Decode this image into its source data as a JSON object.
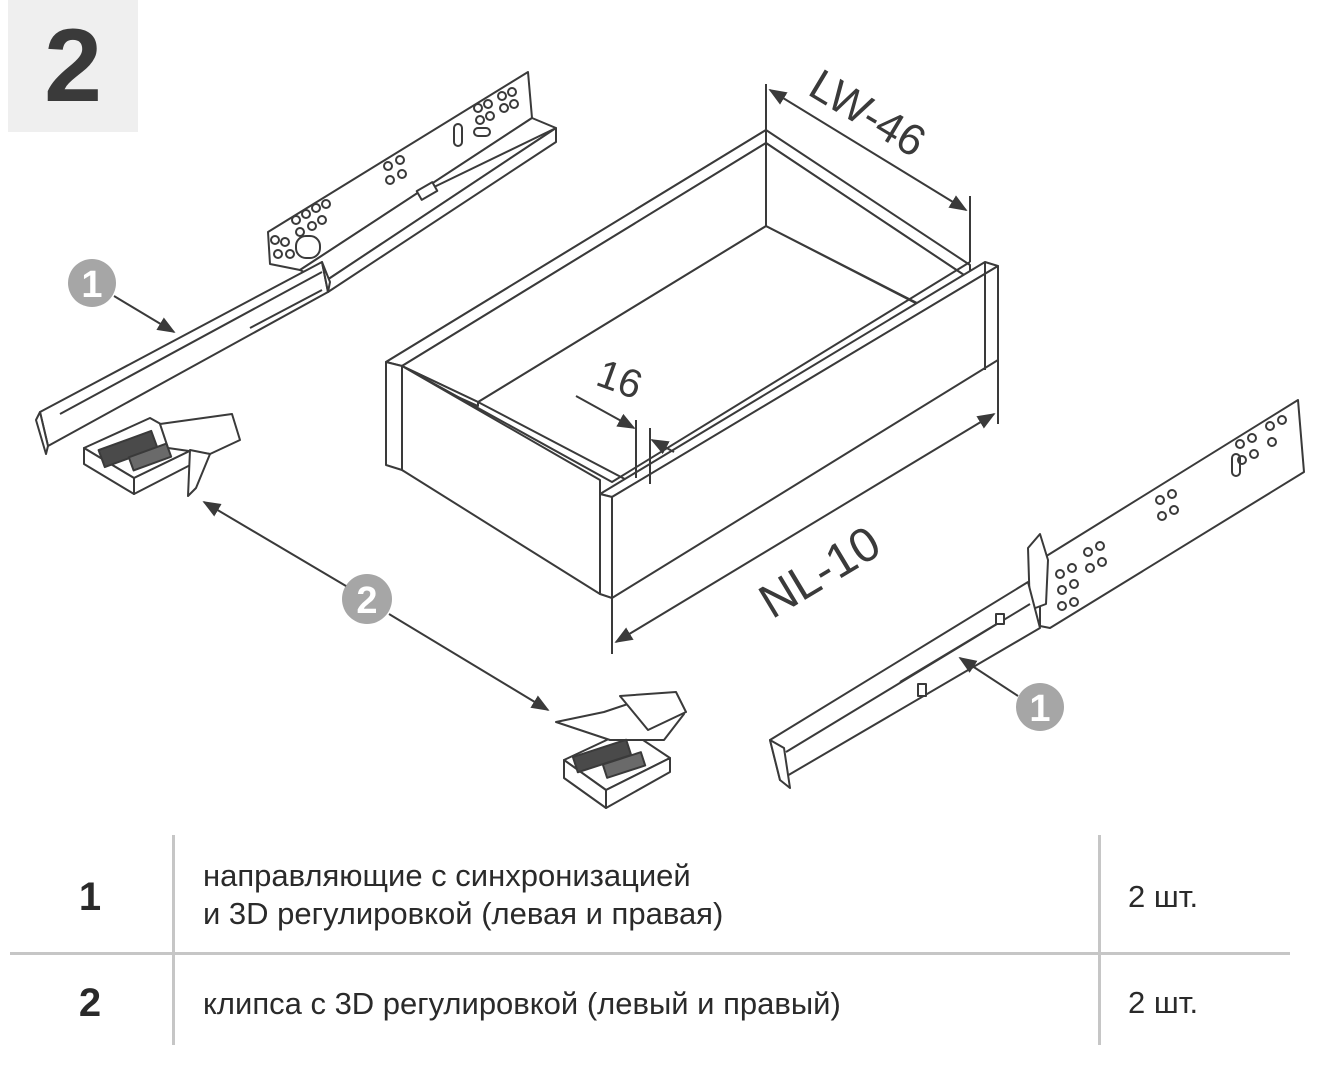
{
  "step": "2",
  "labels": {
    "width": "LW-46",
    "length": "NL-10",
    "panel": "16",
    "callout_1": "1",
    "callout_2": "2"
  },
  "table": {
    "rows": [
      {
        "num": "1",
        "line1": "направляющие с синхронизацией",
        "line2": "и 3D регулировкой (левая и правая)",
        "qty": "2 шт."
      },
      {
        "num": "2",
        "line1": "клипса с 3D регулировкой (левый и правый)",
        "qty": "2 шт."
      }
    ]
  },
  "colors": {
    "line": "#3a3a3a",
    "callout": "#a6a6a6",
    "box_bg": "#efefef",
    "divider": "#c6c6c6"
  }
}
